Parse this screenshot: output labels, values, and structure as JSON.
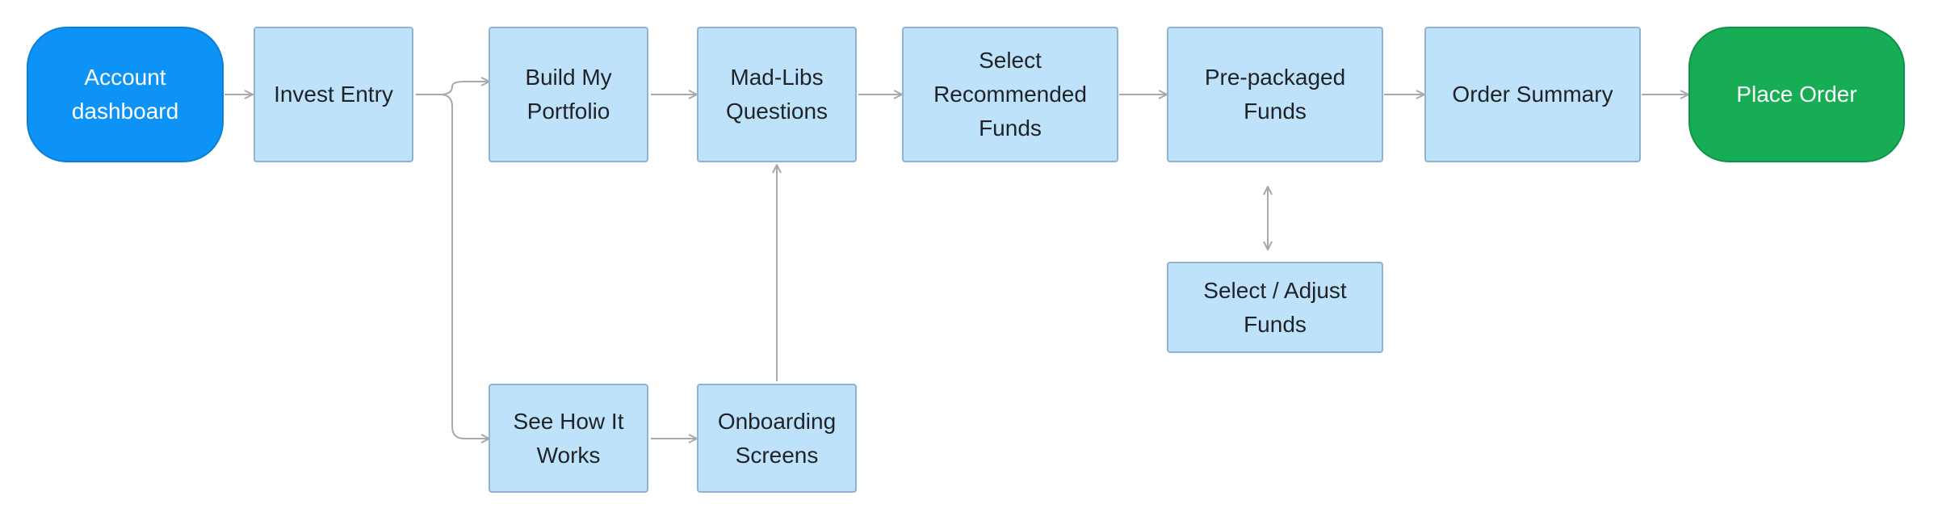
{
  "diagram": {
    "colors": {
      "start": "#0d93f5",
      "end": "#16ad55",
      "box": "#bfe2fb",
      "box_border": "#8fb3d1",
      "connector": "#a9a9a9"
    },
    "nodes": {
      "account_dashboard": "Account dashboard",
      "invest_entry": "Invest Entry",
      "build_my_portfolio": "Build My Portfolio",
      "mad_libs_questions": "Mad-Libs Questions",
      "select_recommended_funds": "Select Recommended Funds",
      "pre_packaged_funds": "Pre-packaged Funds",
      "order_summary": "Order Summary",
      "place_order": "Place Order",
      "select_adjust_funds": "Select / Adjust Funds",
      "see_how_it_works": "See How It Works",
      "onboarding_screens": "Onboarding Screens"
    }
  }
}
